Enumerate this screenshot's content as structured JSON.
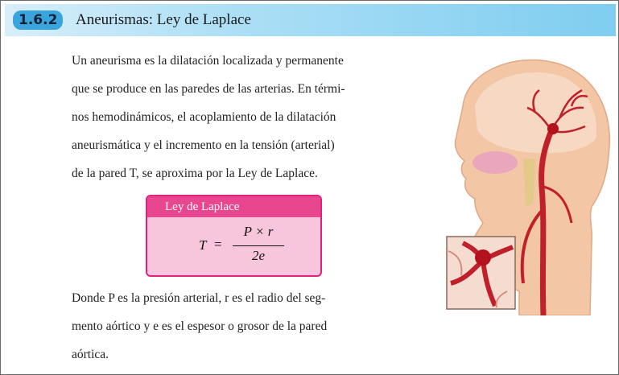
{
  "section": {
    "number": "1.6.2",
    "title": "Aneurismas: Ley de Laplace"
  },
  "intro_lines": [
    "Un aneurisma es la dilatación localizada y permanente",
    "que se produce en las paredes de las arterias. En térmi-",
    "nos hemodinámicos, el acoplamiento de la dilatación",
    "aneurismática y el incremento en la tensión (arterial)",
    "de la pared T, se aproxima por la Ley de Laplace."
  ],
  "law_box": {
    "title": "Ley de Laplace",
    "lhs": "T",
    "equals": "=",
    "numerator": "P × r",
    "denominator": "2e"
  },
  "outro_lines": [
    "Donde P es la presión arterial, r es el radio del seg-",
    "mento aórtico y e es el espesor o grosor de la pared",
    "aórtica."
  ]
}
